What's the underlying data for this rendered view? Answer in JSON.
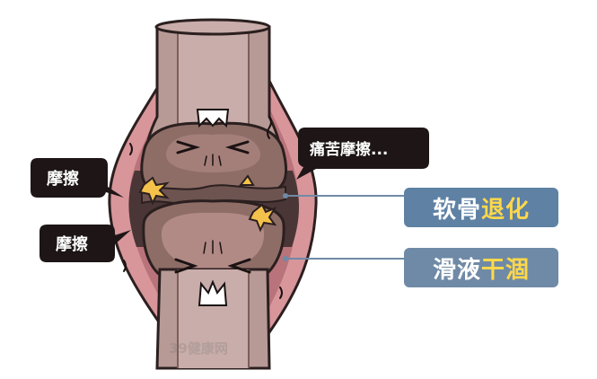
{
  "bubbles": {
    "top_right": "痛苦摩擦...",
    "left_upper": "摩擦",
    "left_lower": "摩擦"
  },
  "callouts": {
    "cartilage": {
      "prefix": "软骨",
      "accent": "退化"
    },
    "fluid": {
      "prefix": "滑液",
      "accent": "干涸"
    }
  },
  "watermark": "39健康网",
  "colors": {
    "bone_shaft": "#b79a96",
    "bone_edge": "#7c5e5a",
    "capsule": "#c98a8c",
    "joint_dark": "#4a3636",
    "cartilage_rough": "#8e6d67",
    "friction_star": "#f4c14a",
    "callout_blue": "#5e81a4",
    "accent_yellow": "#ffd84a"
  }
}
